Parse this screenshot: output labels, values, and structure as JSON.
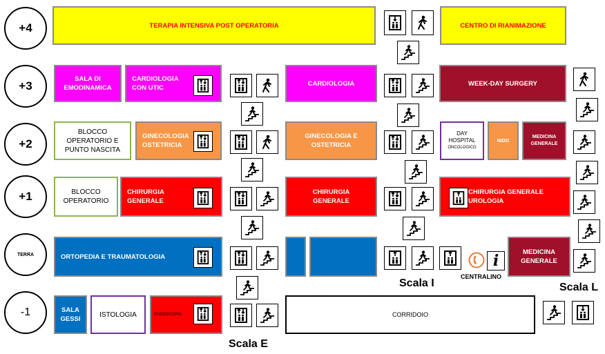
{
  "floors": {
    "p4": "+4",
    "p3": "+3",
    "p2": "+2",
    "p1": "+1",
    "terra": "TERRA",
    "m1": "-1"
  },
  "departments": {
    "terapia_intensiva": "TERAPIA INTENSIVA POST OPERATORIA",
    "centro_rianimazione": "CENTRO DI RIANIMAZIONE",
    "sala_emodinamica": "SALA DI\nEMODINAMICA",
    "cardiologia_utic": "CARDIOLOGIA\nCON UTIC",
    "cardiologia": "CARDIOLOGIA",
    "week_day_surgery": "WEEK-DAY SURGERY",
    "blocco_nascita": "BLOCCO\nOPERATORIO E\nPUNTO NASCITA",
    "ginecologia_left": "GINECOLOGIA\nOSTETRICIA",
    "ginecologia_mid": "GINECOLOGIA E\nOSTETRICIA",
    "day_hospital": "DAY\nHOSPITAL",
    "day_hospital_sub": "ONCOLOGICO",
    "nido": "NIDO",
    "medicina_generale_2": "MEDICINA\nGENERALE",
    "blocco_operatorio": "BLOCCO\nOPERATORIO",
    "chirurgia_generale_left": "CHIRURGIA\nGENERALE",
    "chirurgia_generale_mid": "CHIRURGIA\nGENERALE",
    "chirurgia_urologia": "CHIRURGIA GENERALE\nUROLOGIA",
    "ortopedia": "ORTOPEDIA E TRAUMATOLOGIA",
    "medicina_generale_terra": "MEDICINA\nGENERALE",
    "sala_gessi": "SALA\nGESSI",
    "istologia": "ISTOLOGIA",
    "endoscopia": "ENDOSCOPIA",
    "corridoio": "CORRIDOIO"
  },
  "labels": {
    "scala_e": "Scala E",
    "scala_i": "Scala I",
    "scala_l": "Scala L",
    "centralino": "CENTRALINO"
  },
  "icons": {
    "elevator": "elevator-icon",
    "walking": "pedestrian-icon",
    "stairs": "stairs-icon",
    "phone": "phone-icon",
    "info": "info-icon"
  },
  "colors": {
    "yellow": "#ffff00",
    "magenta": "#ff00ff",
    "orange": "#f79646",
    "red": "#ff0000",
    "blue": "#0070c0",
    "maroon": "#a0102a"
  }
}
